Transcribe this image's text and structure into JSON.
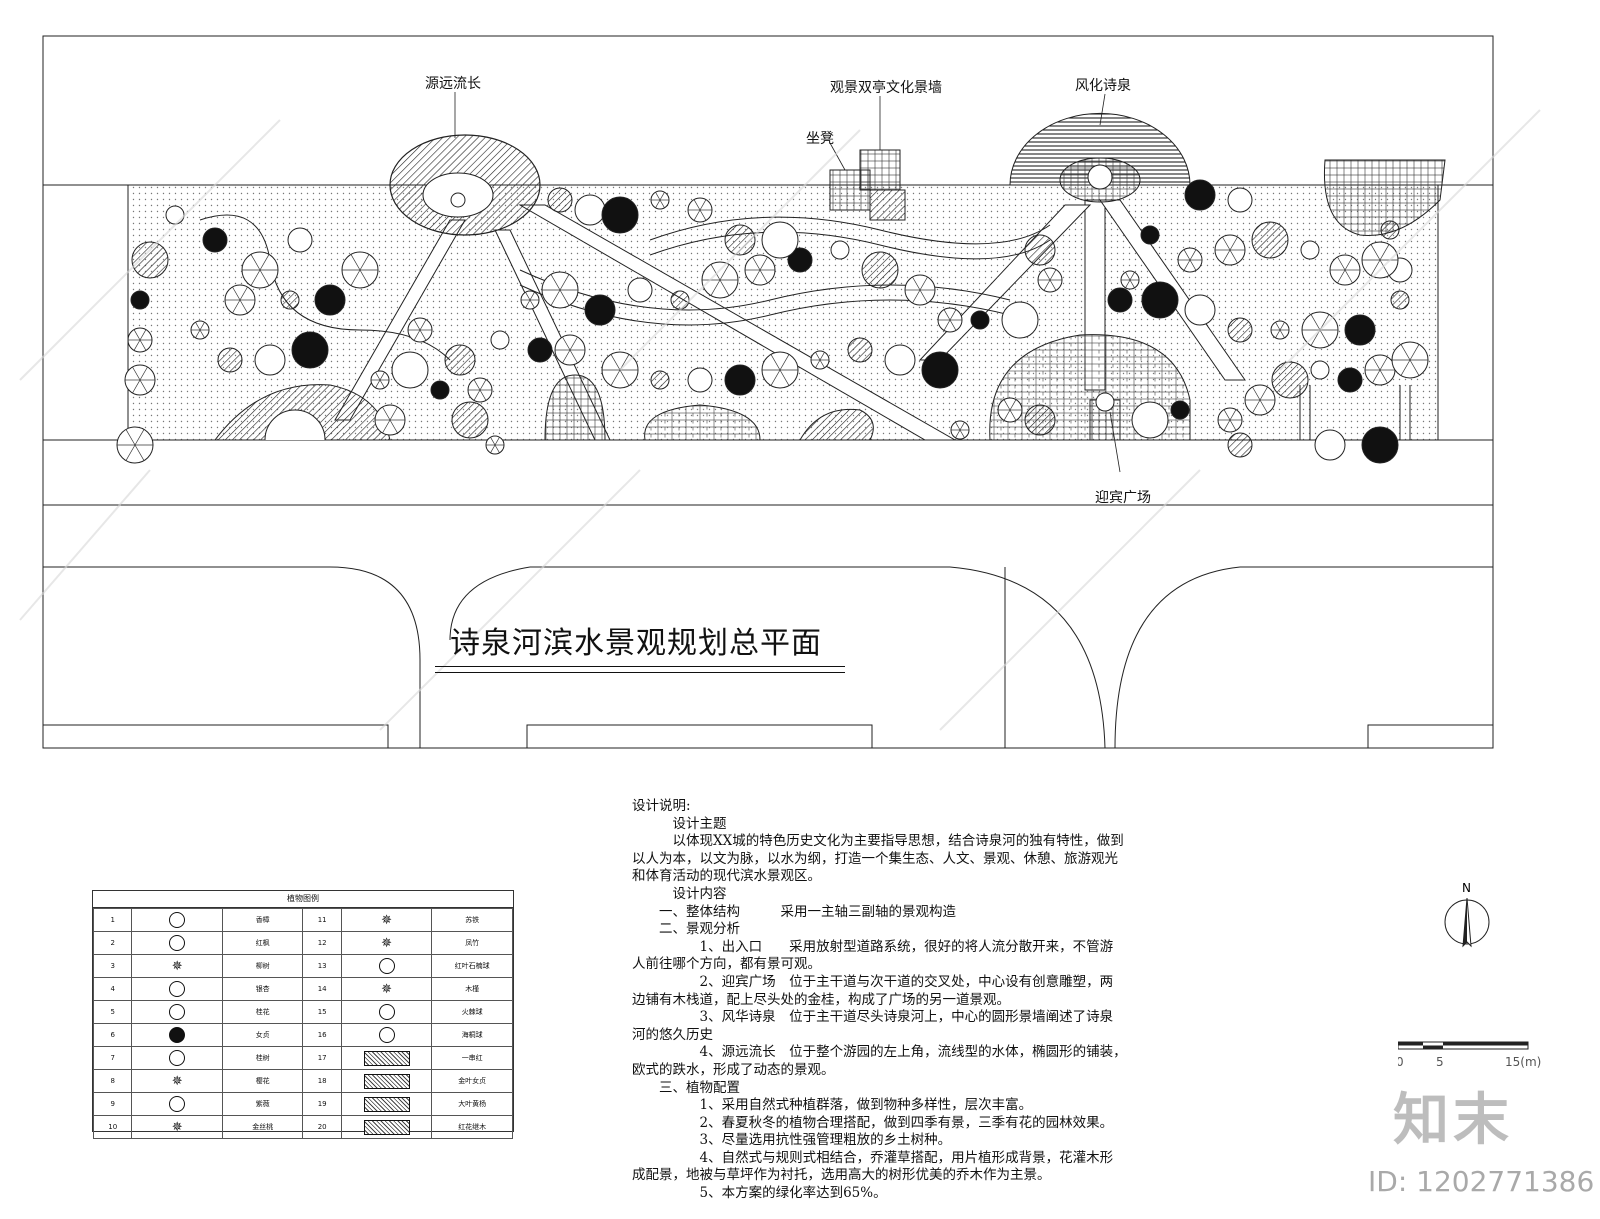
{
  "plan": {
    "title": "诗泉河滨水景观规划总平面",
    "callouts": {
      "source": "源远流长",
      "pavilion": "观景双亭文化景墙",
      "seat": "坐凳",
      "spring": "风化诗泉",
      "plaza": "迎宾广场"
    }
  },
  "legend": {
    "title": "植物图例",
    "rows": [
      {
        "n1": "1",
        "name1": "香樟",
        "sym1": "circle",
        "n2": "11",
        "name2": "苏铁",
        "sym2": "star"
      },
      {
        "n1": "2",
        "name1": "红枫",
        "sym1": "circle",
        "n2": "12",
        "name2": "凤竹",
        "sym2": "star"
      },
      {
        "n1": "3",
        "name1": "柳树",
        "sym1": "star",
        "n2": "13",
        "name2": "红叶石楠球",
        "sym2": "circle"
      },
      {
        "n1": "4",
        "name1": "银杏",
        "sym1": "circle",
        "n2": "14",
        "name2": "木槿",
        "sym2": "star"
      },
      {
        "n1": "5",
        "name1": "桂花",
        "sym1": "circle",
        "n2": "15",
        "name2": "火棘球",
        "sym2": "circle"
      },
      {
        "n1": "6",
        "name1": "女贞",
        "sym1": "fill",
        "n2": "16",
        "name2": "海桐球",
        "sym2": "circle"
      },
      {
        "n1": "7",
        "name1": "桂树",
        "sym1": "circle",
        "n2": "17",
        "name2": "一串红",
        "sym2": "rect"
      },
      {
        "n1": "8",
        "name1": "樱花",
        "sym1": "star",
        "n2": "18",
        "name2": "金叶女贞",
        "sym2": "rect"
      },
      {
        "n1": "9",
        "name1": "紫薇",
        "sym1": "circle",
        "n2": "19",
        "name2": "大叶黄杨",
        "sym2": "rect"
      },
      {
        "n1": "10",
        "name1": "金丝桃",
        "sym1": "star",
        "n2": "20",
        "name2": "红花继木",
        "sym2": "rect"
      }
    ]
  },
  "notes": [
    "设计说明:",
    "　　　设计主题",
    "　　　以体现XX城的特色历史文化为主要指导思想，结合诗泉河的独有特性，做到",
    "以人为本，以文为脉，以水为纲，打造一个集生态、人文、景观、休憩、旅游观光",
    "和体育活动的现代滨水景观区。",
    "　　　设计内容",
    "　　一、整体结构　　　采用一主轴三副轴的景观构造",
    "　　二、景观分析",
    "　　　　　1、出入口　　采用放射型道路系统，很好的将人流分散开来，不管游",
    "人前往哪个方向，都有景可观。",
    "　　　　　2、迎宾广场　位于主干道与次干道的交叉处，中心设有创意雕塑，两",
    "边铺有木栈道，配上尽头处的金桂，构成了广场的另一道景观。",
    "　　　　　3、风华诗泉　位于主干道尽头诗泉河上，中心的圆形景墙阐述了诗泉",
    "河的悠久历史",
    "　　　　　4、源远流长　位于整个游园的左上角，流线型的水体，椭圆形的铺装，",
    "欧式的跌水，形成了动态的景观。",
    "　　三、植物配置",
    "　　　　　1、采用自然式种植群落，做到物种多样性，层次丰富。",
    "　　　　　2、春夏秋冬的植物合理搭配，做到四季有景，三季有花的园林效果。",
    "　　　　　3、尽量选用抗性强管理粗放的乡土树种。",
    "　　　　　4、自然式与规则式相结合，乔灌草搭配，用片植形成背景，花灌木形",
    "成配景，地被与草坪作为衬托，选用高大的树形优美的乔木作为主景。",
    "　　　　　5、本方案的绿化率达到65%。"
  ],
  "compass": {
    "label": "N"
  },
  "scale": {
    "ticks": [
      "0",
      "5",
      "15(m)"
    ]
  },
  "brand": {
    "mark": "知末",
    "id": "ID: 1202771386"
  },
  "colors": {
    "ink": "#111111",
    "watermark": "#bdbdbd"
  }
}
